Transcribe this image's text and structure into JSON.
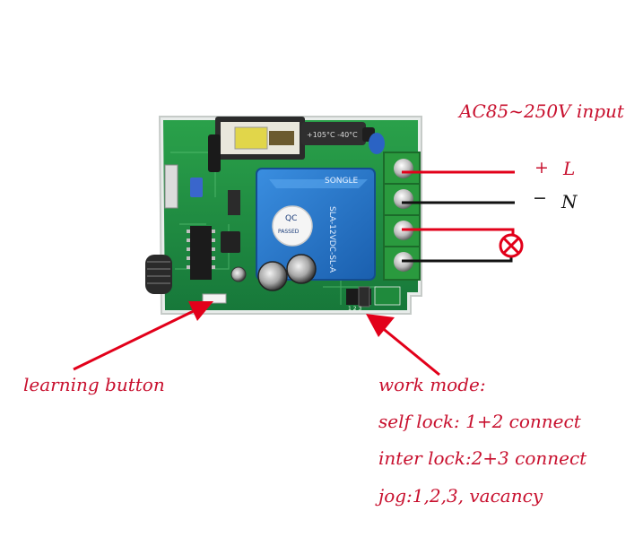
{
  "labels": {
    "input_title": "AC85~250V  input",
    "plus": "+",
    "L": "L",
    "minus": "−",
    "N": "N",
    "learning": "learning button",
    "work_mode": "work mode:",
    "self_lock": "self lock: 1+2  connect",
    "inter_lock": "inter lock:2+3 connect",
    "jog": "jog:1,2,3,  vacancy"
  },
  "colors": {
    "label_red": "#c8102e",
    "pcb_green": "#1f8a3c",
    "relay_blue": "#1e6fc0",
    "terminal_green": "#2a9a3e"
  },
  "icons": {
    "load": "lamp-icon"
  }
}
